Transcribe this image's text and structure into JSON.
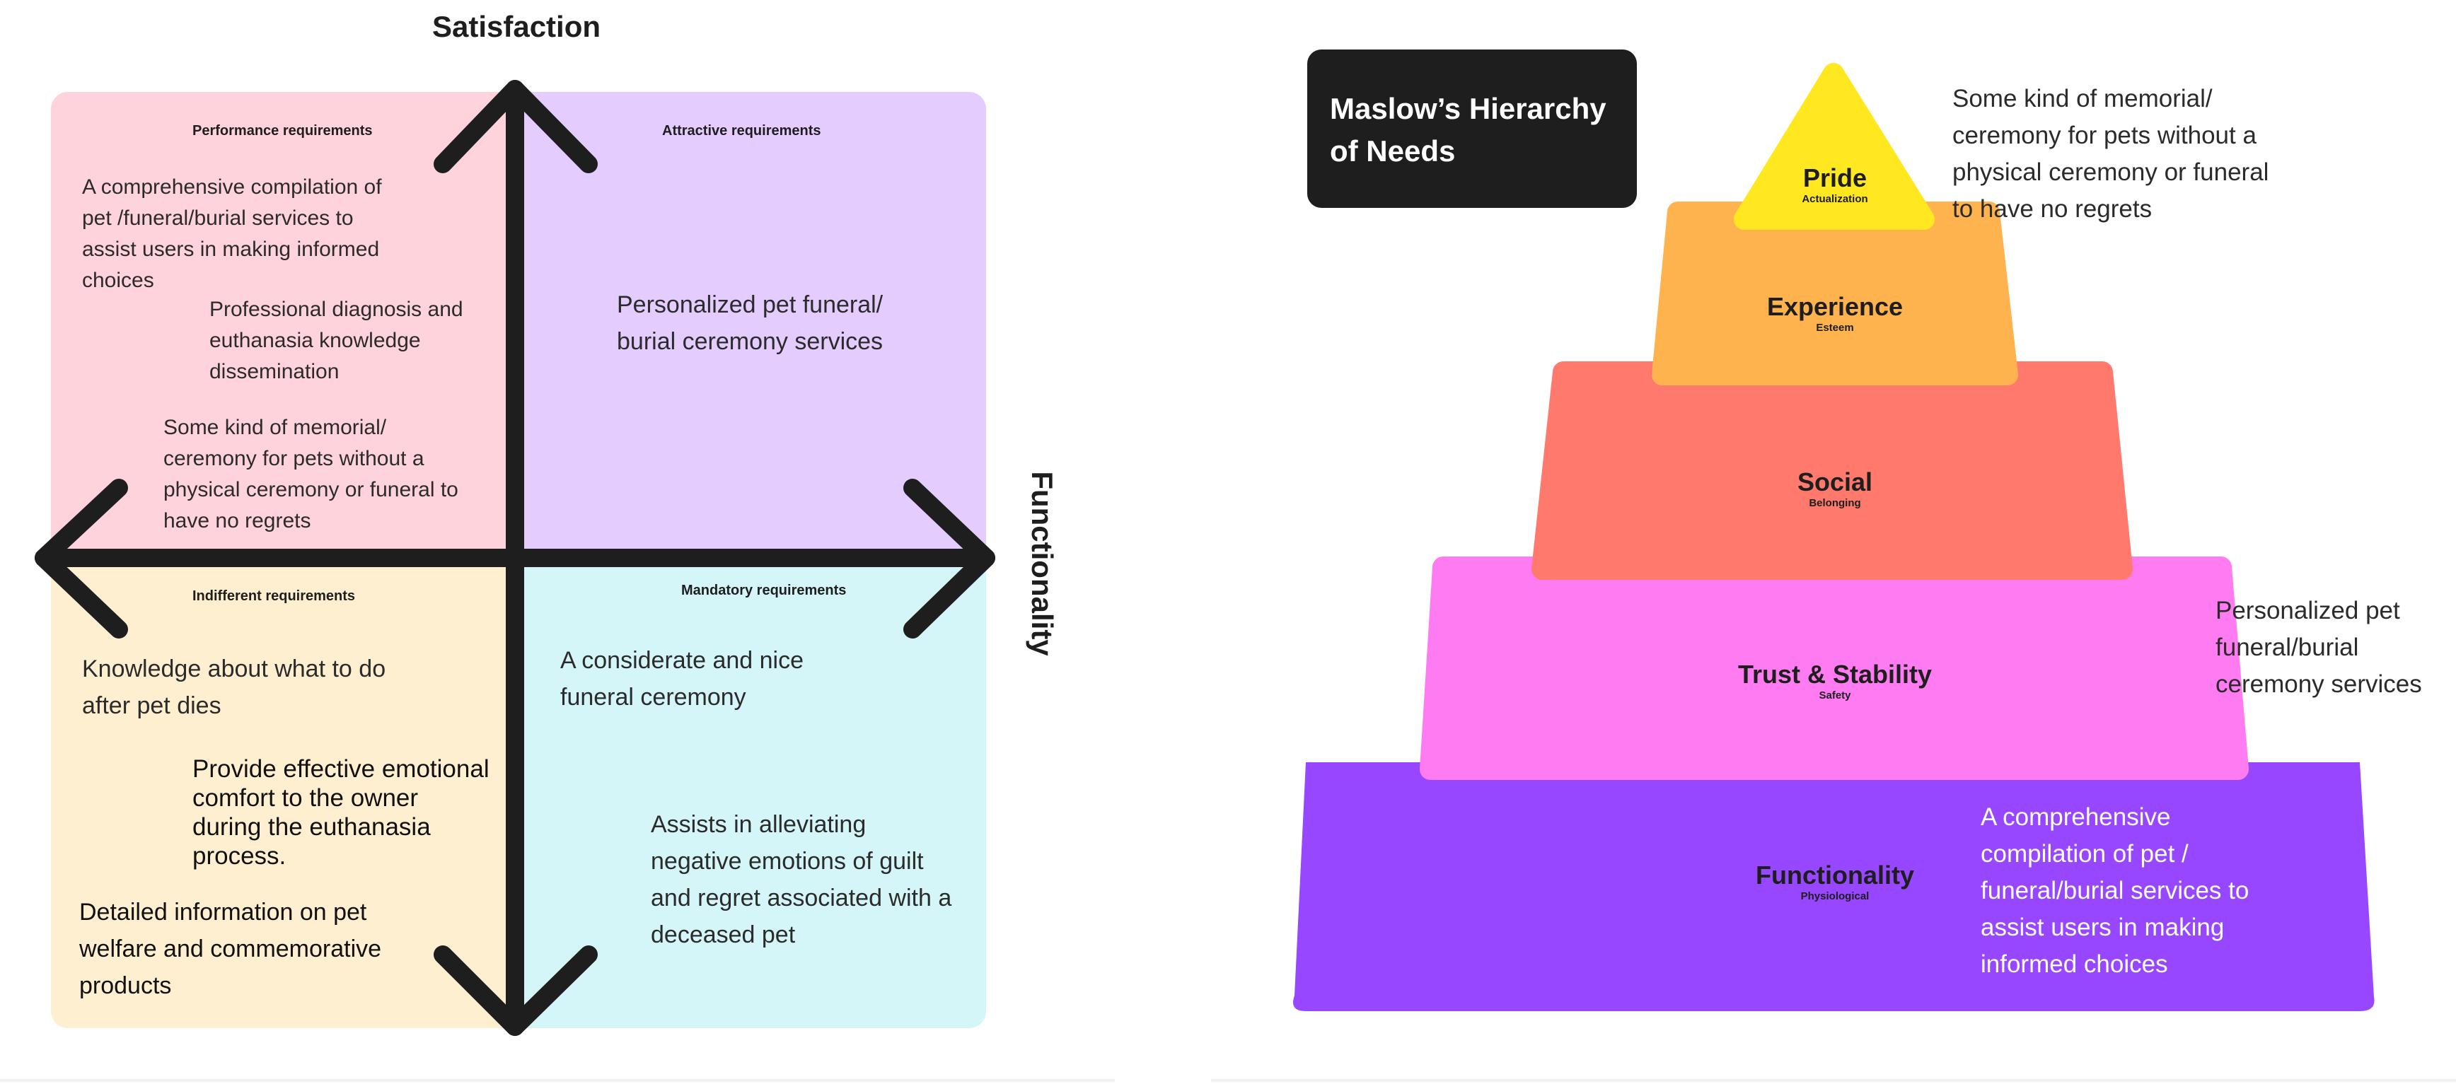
{
  "kano": {
    "axis_top": "Satisfaction",
    "axis_right": "Functionality",
    "quadrants": {
      "performance": {
        "title": "Performance requirements",
        "notes": [
          "A comprehensive compilation of pet /funeral/burial services to assist users in making informed choices",
          "Professional diagnosis and euthanasia knowledge dissemination",
          "Some kind of memorial/ ceremony for pets without a physical ceremony or funeral to have no regrets"
        ]
      },
      "attractive": {
        "title": "Attractive requirements",
        "notes": [
          "Personalized pet funeral/ burial ceremony services"
        ]
      },
      "indifferent": {
        "title": "Indifferent requirements",
        "notes": [
          "Knowledge about what to do after pet dies",
          "Provide effective emotional comfort to the owner during the euthanasia process.",
          "Detailed information on pet welfare and commemorative products"
        ]
      },
      "mandatory": {
        "title": "Mandatory requirements",
        "notes": [
          "A considerate and nice funeral ceremony",
          "Assists in alleviating negative emotions of guilt and regret associated with a deceased pet"
        ]
      }
    },
    "colors": {
      "performance": "#ffd3db",
      "attractive": "#e4ccff",
      "indifferent": "#ffefd1",
      "mandatory": "#d4f6f8",
      "arrows": "#1e1e1e"
    }
  },
  "maslow": {
    "title": "Maslow’s Hierarchy of Needs",
    "tiers": [
      {
        "name": "Pride",
        "sub": "Actualization",
        "color": "#ffe81f"
      },
      {
        "name": "Experience",
        "sub": "Esteem",
        "color": "#ffb34f"
      },
      {
        "name": "Social",
        "sub": "Belonging",
        "color": "#ff7a6c"
      },
      {
        "name": "Trust & Stability",
        "sub": "Safety",
        "color": "#ff7bf1"
      },
      {
        "name": "Functionality",
        "sub": "Physiological",
        "color": "#9747ff"
      }
    ],
    "notes": {
      "pride": "Some kind of memorial/ ceremony for pets without a physical ceremony or funeral to have no regrets",
      "trust": "Personalized pet funeral/burial ceremony services",
      "functionality": "A comprehensive compilation of pet / funeral/burial services to assist users in making informed choices"
    }
  }
}
